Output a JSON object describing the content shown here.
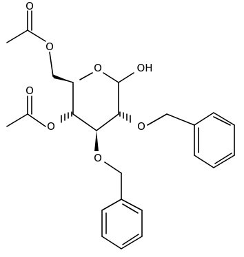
{
  "molecule": {
    "atom_labels": {
      "ring_oxygen": "O",
      "hydroxyl": "OH",
      "ester_o_c6": "O",
      "carbonyl_o_c6": "O",
      "ester_o_c4": "O",
      "carbonyl_o_c4": "O",
      "ether_o_c2": "O",
      "ether_o_c3": "O"
    },
    "colors": {
      "bond": "#000000",
      "label": "#000000",
      "background": "#ffffff"
    }
  }
}
